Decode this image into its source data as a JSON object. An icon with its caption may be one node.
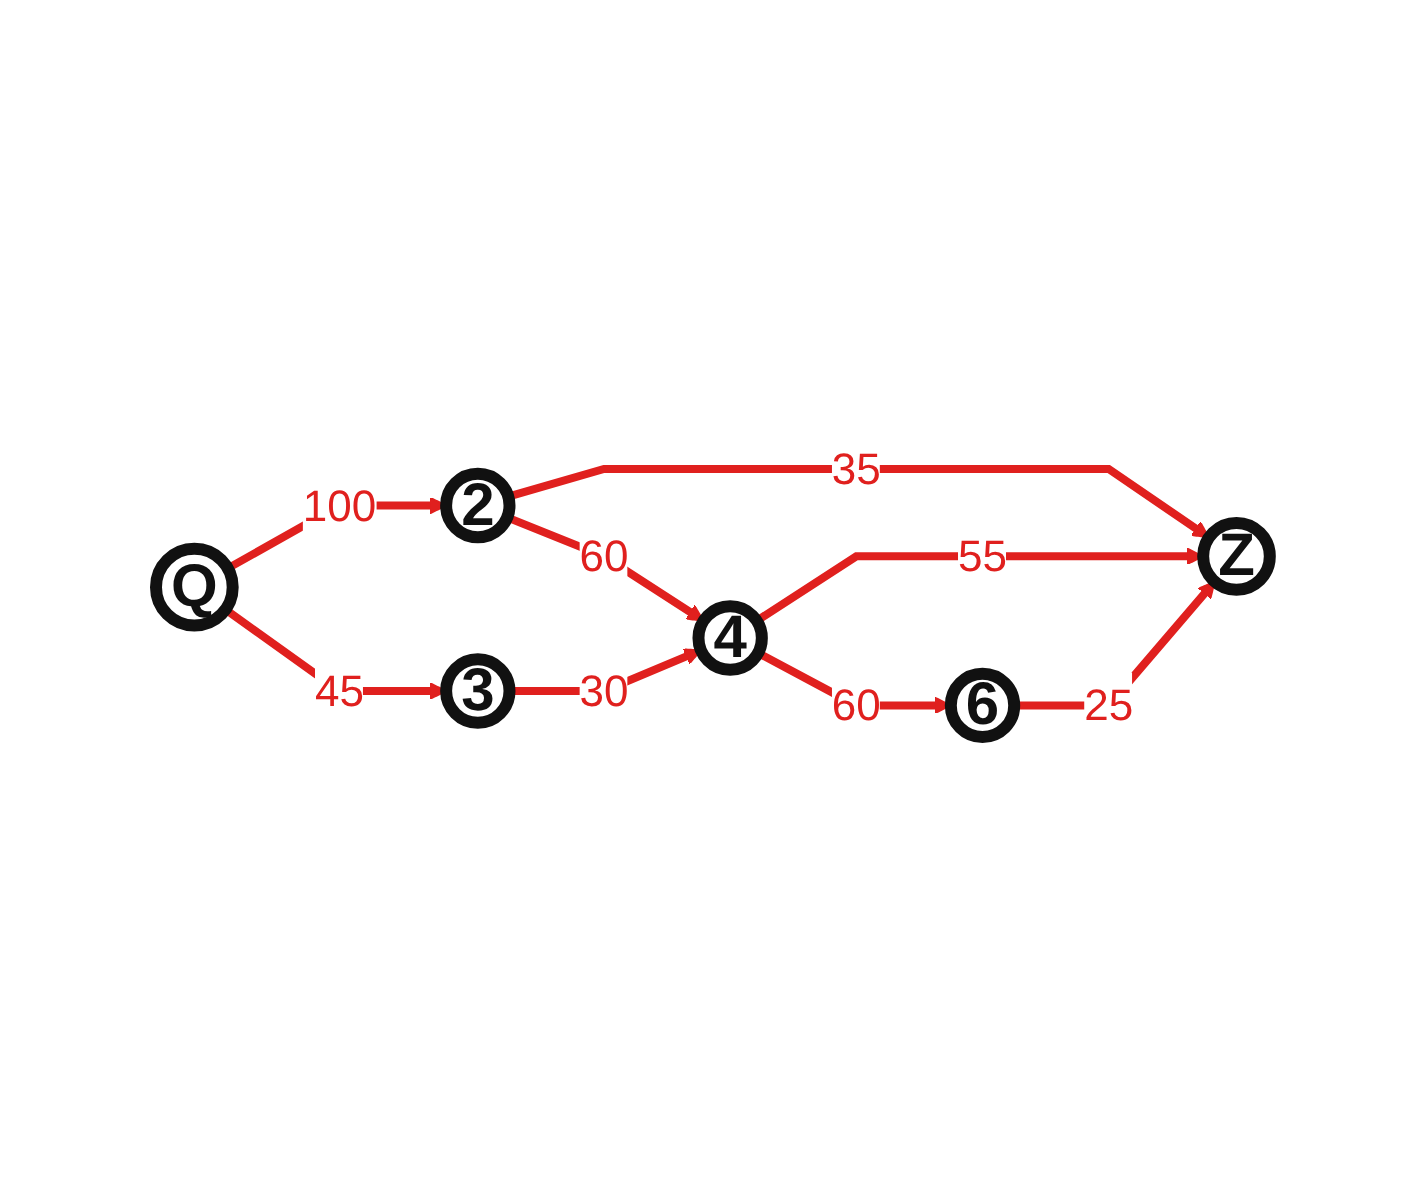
{
  "diagram": {
    "nodes": [
      {
        "text": [
          "Q"
        ]
      },
      {
        "text": [
          "2"
        ]
      },
      {
        "text": [
          "3"
        ]
      },
      {
        "text": [
          "4"
        ]
      },
      {
        "text": [
          "Z"
        ]
      },
      {
        "text": [
          "6"
        ]
      }
    ],
    "edges": [
      {
        "from": 0,
        "to": 1,
        "arrow": "to",
        "label": "100"
      },
      {
        "from": 0,
        "to": 2,
        "arrow": "to",
        "label": "45"
      },
      {
        "from": 1,
        "to": 4,
        "arrow": "to",
        "label": "35"
      },
      {
        "from": 1,
        "to": 3,
        "arrow": "to",
        "label": "60"
      },
      {
        "from": 2,
        "to": 3,
        "arrow": "to",
        "label": "30"
      },
      {
        "from": 3,
        "to": 4,
        "arrow": "to",
        "label": "55"
      },
      {
        "from": 3,
        "to": 5,
        "arrow": "to",
        "label": "60"
      },
      {
        "from": 5,
        "to": 4,
        "arrow": "to",
        "label": "25"
      }
    ]
  }
}
